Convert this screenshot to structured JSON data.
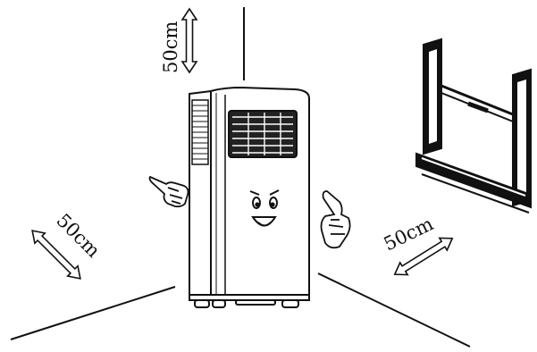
{
  "clearance_labels": {
    "top": "50cm",
    "left": "50cm",
    "right": "50cm"
  },
  "icons": {
    "unit": "portable-air-conditioner-icon",
    "window": "window-frame-icon",
    "hand_left": "pointing-hand-icon",
    "hand_right": "pointing-hand-icon",
    "face": "smiling-face-icon"
  },
  "colors": {
    "ink": "#111111",
    "background": "#ffffff"
  }
}
